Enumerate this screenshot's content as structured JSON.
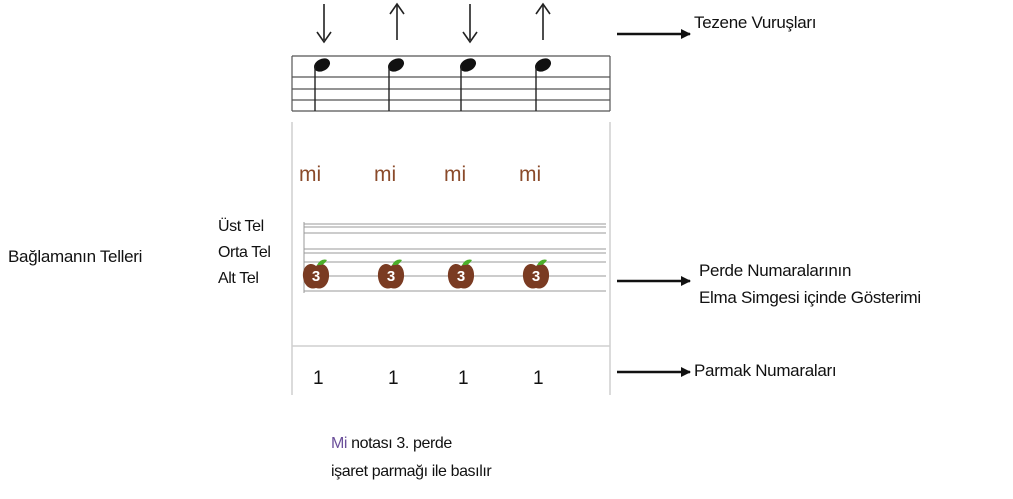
{
  "labels": {
    "strokes": "Tezene Vuruşları",
    "strings_group": "Bağlamanın Telleri",
    "upper_string": "Üst Tel",
    "middle_string": "Orta Tel",
    "lower_string": "Alt Tel",
    "fret_line1": "Perde Numaralarının",
    "fret_line2": "Elma Simgesi içinde Gösterimi",
    "finger_numbers": "Parmak Numaraları"
  },
  "beats": [
    {
      "stroke": "down",
      "syllable": "mi",
      "fret": "3",
      "finger": "1"
    },
    {
      "stroke": "up",
      "syllable": "mi",
      "fret": "3",
      "finger": "1"
    },
    {
      "stroke": "down",
      "syllable": "mi",
      "fret": "3",
      "finger": "1"
    },
    {
      "stroke": "up",
      "syllable": "mi",
      "fret": "3",
      "finger": "1"
    }
  ],
  "caption": {
    "note_name": "Mi",
    "line1_rest": " notası 3. perde",
    "line2": "işaret parmağı ile basılır"
  },
  "colors": {
    "syllable": "#8a4a2a",
    "apple": "#7a3b22",
    "leaf": "#4caf2a",
    "note_name": "#6b4f9a"
  }
}
